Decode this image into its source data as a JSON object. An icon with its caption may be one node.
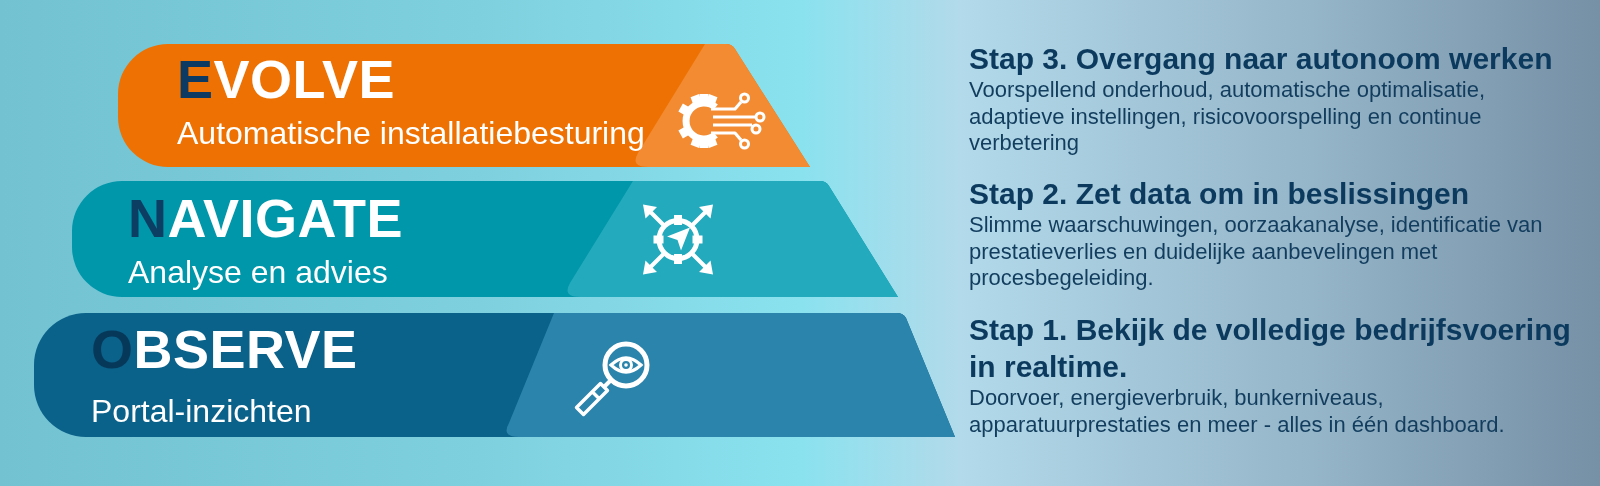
{
  "diagram": {
    "nodes": [
      {
        "text": [
          "EVOLVE",
          "Automatische installatiebesturing"
        ],
        "beside": [
          "Stap 3. Overgang naar autonoom werken",
          "Voorspellend onderhoud, automatische optimalisatie, adaptieve instellingen, risicovoorspelling en continue verbetering"
        ]
      },
      {
        "text": [
          "NAVIGATE",
          "Analyse en advies"
        ],
        "beside": [
          "Stap 2. Zet data om in beslissingen",
          "Slimme waarschuwingen, oorzaakanalyse, identificatie van prestatieverlies en duidelijke aanbevelingen met procesbegeleiding."
        ]
      },
      {
        "text": [
          "OBSERVE",
          "Portal-inzichten"
        ],
        "beside": [
          "Stap 1. Bekijk de volledige bedrijfsvoering in realtime.",
          "Doorvoer, energieverbruik, bunkerniveaus, apparatuurprestaties en meer - alles in één dashboard."
        ]
      }
    ]
  }
}
